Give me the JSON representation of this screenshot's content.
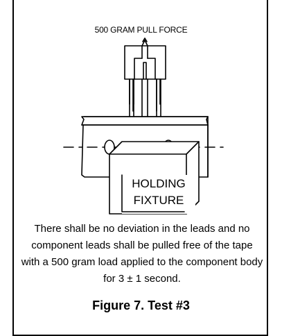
{
  "diagram": {
    "pull_force_label": "500 GRAM PULL FORCE",
    "fixture_line1": "HOLDING",
    "fixture_line2": "FIXTURE"
  },
  "description": "There shall be no deviation in the leads and no component leads shall be pulled free of the tape with a 500 gram load applied to the component body for 3 ± 1 second.",
  "caption": "Figure 7. Test #3"
}
